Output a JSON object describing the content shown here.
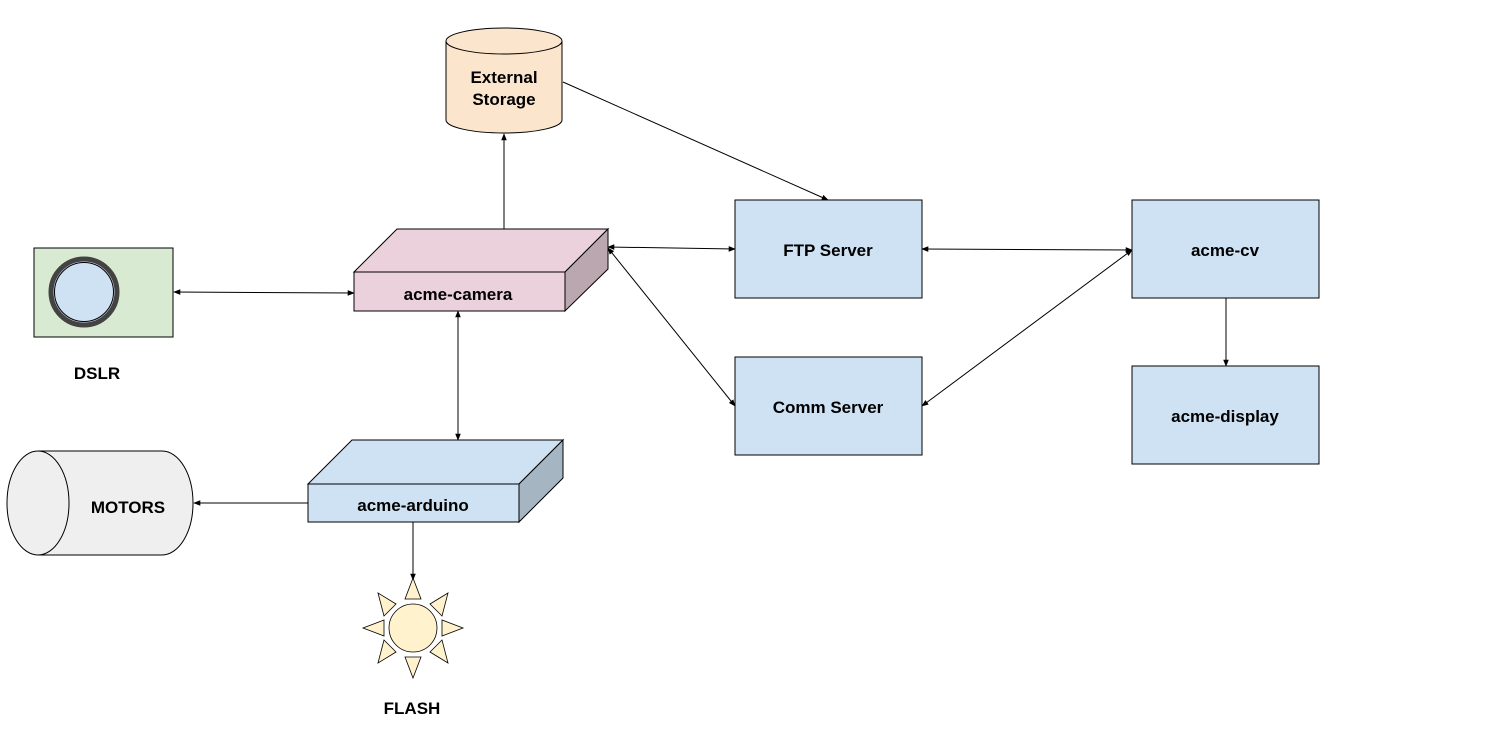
{
  "nodes": {
    "external_storage": {
      "label_line1": "External",
      "label_line2": "Storage",
      "fill": "#fce5cd"
    },
    "acme_camera": {
      "label": "acme-camera",
      "fill": "#ead1dc",
      "side_fill": "#bba7b0"
    },
    "dslr": {
      "label": "DSLR",
      "fill": "#d9ead3",
      "lens_fill": "#cfe2f3",
      "lens_ring": "#434343"
    },
    "ftp_server": {
      "label": "FTP Server",
      "fill": "#cfe2f3"
    },
    "comm_server": {
      "label": "Comm Server",
      "fill": "#cfe2f3"
    },
    "acme_cv": {
      "label": "acme-cv",
      "fill": "#cfe2f3"
    },
    "acme_display": {
      "label": "acme-display",
      "fill": "#cfe2f3"
    },
    "acme_arduino": {
      "label": "acme-arduino",
      "fill": "#cfe2f3",
      "side_fill": "#a6b5c2"
    },
    "motors": {
      "label": "MOTORS",
      "fill": "#efefef"
    },
    "flash": {
      "label": "FLASH",
      "fill": "#fff2cc"
    }
  },
  "connections": [
    {
      "from": "acme-camera",
      "to": "External Storage",
      "direction": "forward"
    },
    {
      "from": "External Storage",
      "to": "FTP Server",
      "direction": "forward"
    },
    {
      "from": "DSLR",
      "to": "acme-camera",
      "direction": "both"
    },
    {
      "from": "acme-camera",
      "to": "FTP Server",
      "direction": "both"
    },
    {
      "from": "acme-camera",
      "to": "Comm Server",
      "direction": "both"
    },
    {
      "from": "FTP Server",
      "to": "acme-cv",
      "direction": "both"
    },
    {
      "from": "Comm Server",
      "to": "acme-cv",
      "direction": "both"
    },
    {
      "from": "acme-cv",
      "to": "acme-display",
      "direction": "forward"
    },
    {
      "from": "acme-camera",
      "to": "acme-arduino",
      "direction": "both"
    },
    {
      "from": "acme-arduino",
      "to": "MOTORS",
      "direction": "forward"
    },
    {
      "from": "acme-arduino",
      "to": "FLASH",
      "direction": "forward"
    }
  ]
}
